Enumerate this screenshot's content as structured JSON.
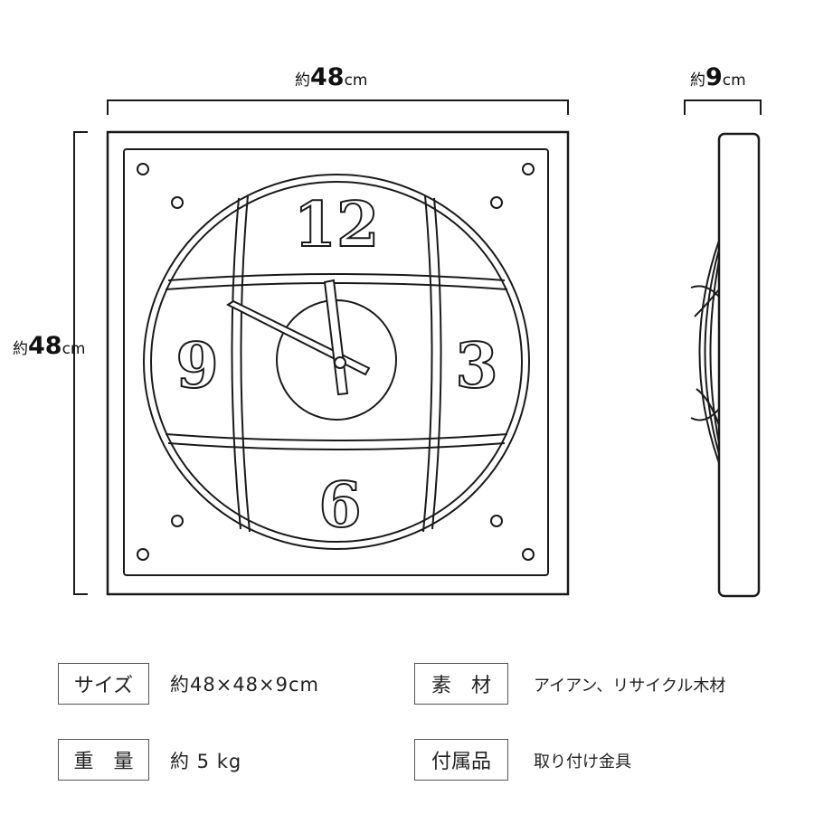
{
  "dimensions": {
    "width": {
      "prefix": "約",
      "value": "48",
      "unit": "cm"
    },
    "height": {
      "prefix": "約",
      "value": "48",
      "unit": "cm"
    },
    "depth": {
      "prefix": "約",
      "value": "9",
      "unit": "cm"
    }
  },
  "clock_numerals": {
    "top": "12",
    "right": "3",
    "bottom": "6",
    "left": "9"
  },
  "specs": [
    {
      "label": "サイズ",
      "value": "約48×48×9cm"
    },
    {
      "label": "素　材",
      "value": "アイアン、リサイクル木材"
    },
    {
      "label": "重　量",
      "value": "約 5 kg"
    },
    {
      "label": "付属品",
      "value": "取り付け金具"
    }
  ]
}
